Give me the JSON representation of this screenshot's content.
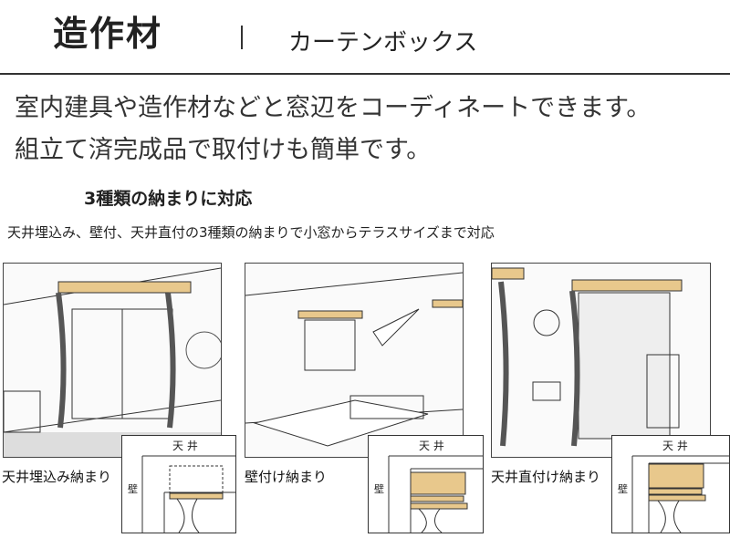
{
  "header": {
    "title": "造作材",
    "separator": "|",
    "subtitle": "カーテンボックス"
  },
  "description": [
    "室内建具や造作材などと窓辺をコーディネートできます。",
    "組立て済完成品で取付けも簡単です。"
  ],
  "section": {
    "heading": "3種類の納まりに対応",
    "note": "天井埋込み、壁付、天井直付の3種類の納まりで小窓からテラスサイズまで対応"
  },
  "types": [
    {
      "caption": "天井埋込み納まり",
      "ceiling": "天 井",
      "wall": "壁"
    },
    {
      "caption": "壁付け納まり",
      "ceiling": "天 井",
      "wall": "壁"
    },
    {
      "caption": "天井直付け納まり",
      "ceiling": "天 井",
      "wall": "壁"
    }
  ],
  "colors": {
    "wood": "#e8c88c",
    "line": "#333333"
  }
}
